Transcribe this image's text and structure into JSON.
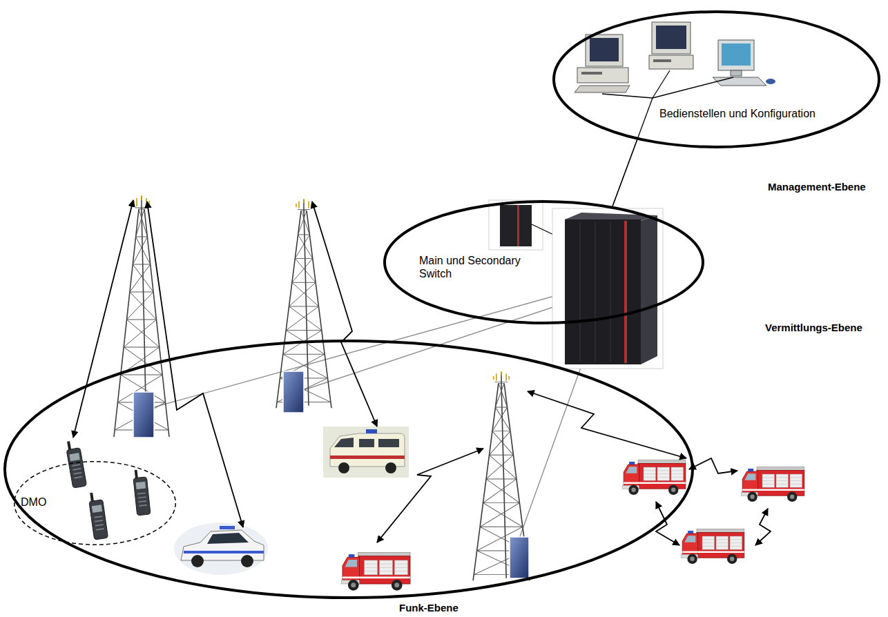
{
  "diagram": {
    "nodes": [
      {
        "text": [
          "Bedienstellen und Konfiguration",
          "Management-Ebene"
        ]
      },
      {
        "text": [
          "Main und Secondary Switch",
          "Vermittlungs-Ebene"
        ]
      },
      {
        "text": [
          "Funk-Ebene"
        ]
      },
      {
        "text": [
          "DMO"
        ],
        "in": 2
      }
    ],
    "edges": [
      {
        "from": 0,
        "to": 1,
        "arrow": "none"
      }
    ]
  }
}
